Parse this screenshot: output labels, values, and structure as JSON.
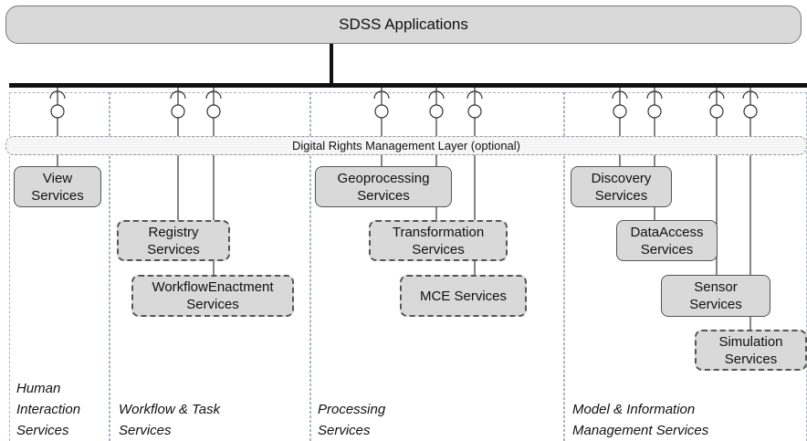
{
  "title": "SDSS Applications",
  "drm_layer": "Digital Rights Management Layer (optional)",
  "groups": [
    {
      "label": "Human\nInteraction\nServices"
    },
    {
      "label": "Workflow & Task\nServices"
    },
    {
      "label": "Processing\nServices"
    },
    {
      "label": "Model & Information\nManagement Services"
    }
  ],
  "services": {
    "view": "View\nServices",
    "registry": "Registry\nServices",
    "workflow_enactment": "WorkflowEnactment\nServices",
    "geoprocessing": "Geoprocessing\nServices",
    "transformation": "Transformation\nServices",
    "mce": "MCE Services",
    "discovery": "Discovery\nServices",
    "data_access": "DataAccess\nServices",
    "sensor": "Sensor\nServices",
    "simulation": "Simulation\nServices"
  }
}
